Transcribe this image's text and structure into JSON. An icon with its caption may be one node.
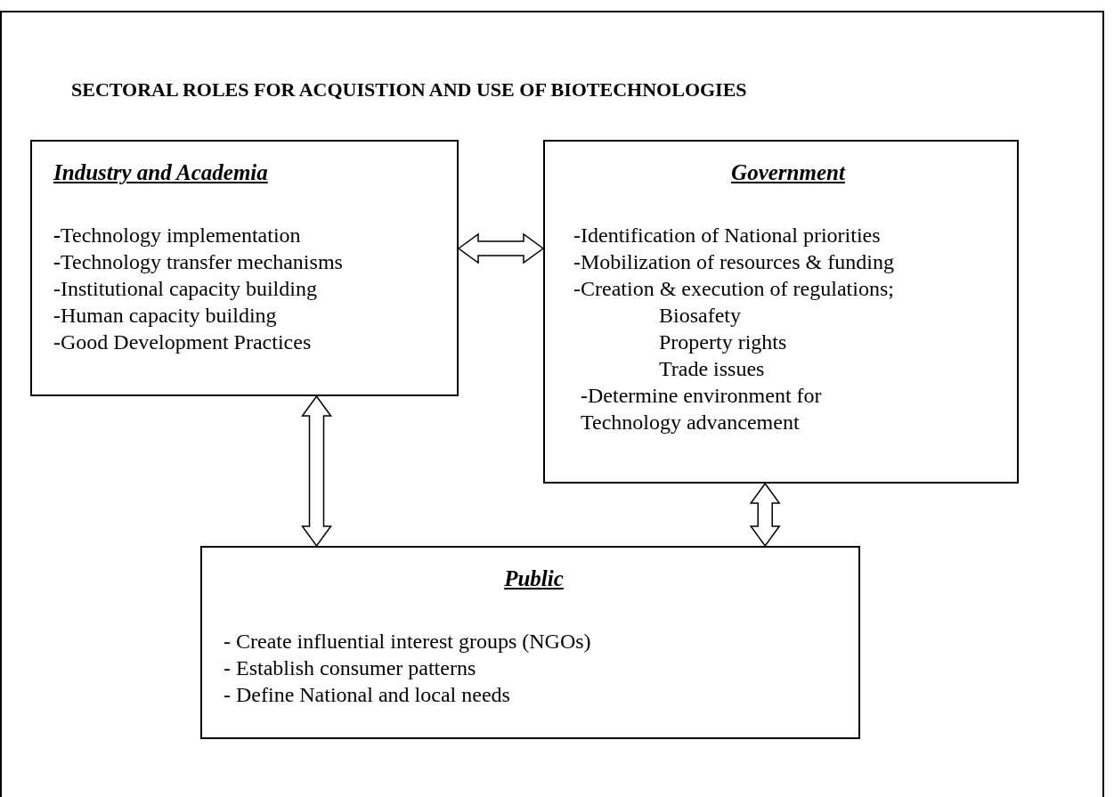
{
  "diagram": {
    "title": "SECTORAL ROLES FOR ACQUISTION AND USE OF BIOTECHNOLOGIES",
    "nodes": [
      {
        "text": [
          "Industry and Academia",
          "**-**Technology implementation",
          "**-**Technology transfer mechanisms",
          "-Institutional capacity building",
          "-Human capacity building",
          "-Good Development Practices"
        ]
      },
      {
        "text": [
          "Government",
          "-Identification of National priorities",
          "-Mobilization of resources & funding",
          "-Creation & execution of regulations;",
          "Biosafety",
          "Property rights",
          "Trade issues",
          "-Determine environment for Technology advancement"
        ]
      },
      {
        "text": [
          "Public",
          "- Create influential interest groups (NGOs)",
          "- Establish consumer patterns",
          "- Define National and local needs"
        ]
      }
    ],
    "edges": [
      {
        "from": 0,
        "to": 1,
        "arrow": "both"
      },
      {
        "from": 0,
        "to": 2,
        "arrow": "both"
      },
      {
        "from": 1,
        "to": 2,
        "arrow": "both"
      }
    ]
  }
}
